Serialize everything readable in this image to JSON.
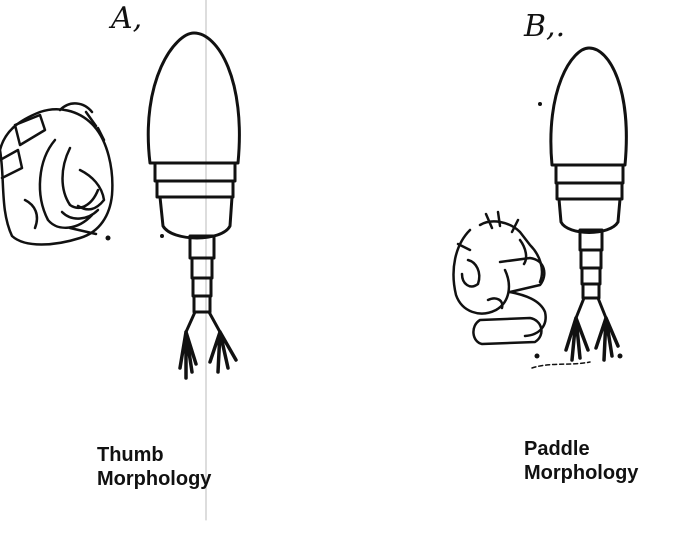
{
  "panels": [
    {
      "letter": "A,",
      "caption_line1": "Thumb",
      "caption_line2": "Morphology"
    },
    {
      "letter": "B,.",
      "caption_line1": "Paddle",
      "caption_line2": "Morphology"
    }
  ],
  "colors": {
    "ink": "#111111",
    "background": "#ffffff"
  }
}
